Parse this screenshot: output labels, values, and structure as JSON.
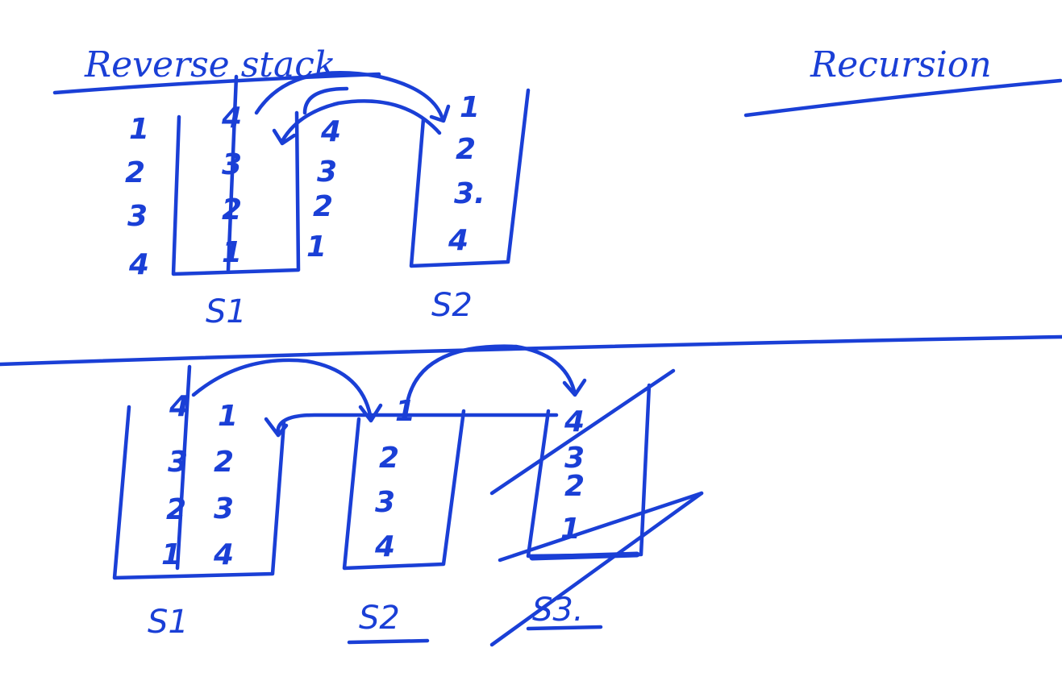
{
  "whiteboard": {
    "title_left": "Reverse stack",
    "title_right": "Recursion",
    "top": {
      "original_list": [
        "1",
        "2",
        "3",
        "4"
      ],
      "s1_crossed": [
        "4",
        "3",
        "2",
        "1"
      ],
      "middle_list": [
        "4",
        "3",
        "2",
        "1"
      ],
      "s2_items": [
        "1",
        "2",
        "3.",
        "4"
      ],
      "s1_label": "S1",
      "s2_label": "S2"
    },
    "bottom": {
      "s1_crossed": [
        "4",
        "3",
        "2",
        "1"
      ],
      "s1_items": [
        "1",
        "2",
        "3",
        "4"
      ],
      "s2_items": [
        "1",
        "2",
        "3",
        "4"
      ],
      "s3_items": [
        "4",
        "3",
        "2",
        "1"
      ],
      "s1_label": "S1",
      "s2_label": "S2",
      "s3_label": "S3."
    }
  },
  "colors": {
    "ink": "#1a3fd6",
    "background": "#ffffff"
  }
}
